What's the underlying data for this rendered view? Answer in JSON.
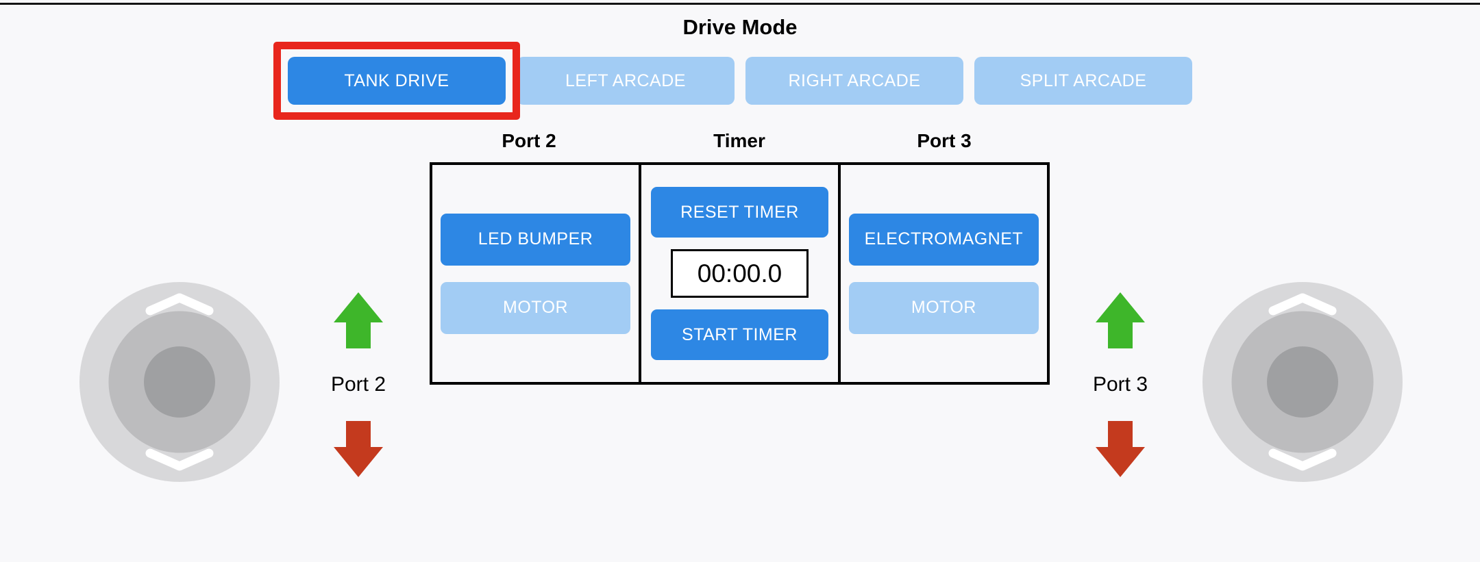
{
  "colors": {
    "background": "#f8f8fa",
    "active_blue": "#2d87e4",
    "inactive_blue": "#a2ccf4",
    "highlight_red": "#e8261c",
    "arrow_green": "#3eb62a",
    "arrow_red": "#c43a1e"
  },
  "drive_mode": {
    "title": "Drive Mode",
    "buttons": [
      {
        "label": "TANK DRIVE",
        "state": "active",
        "highlighted": true
      },
      {
        "label": "LEFT ARCADE",
        "state": "inactive"
      },
      {
        "label": "RIGHT ARCADE",
        "state": "inactive"
      },
      {
        "label": "SPLIT ARCADE",
        "state": "inactive"
      }
    ]
  },
  "panel": {
    "port2": {
      "header": "Port 2",
      "buttons": [
        {
          "label": "LED BUMPER",
          "state": "active"
        },
        {
          "label": "MOTOR",
          "state": "inactive"
        }
      ]
    },
    "timer": {
      "header": "Timer",
      "reset_button": "RESET TIMER",
      "display": "00:00.0",
      "start_button": "START TIMER"
    },
    "port3": {
      "header": "Port 3",
      "buttons": [
        {
          "label": "ELECTROMAGNET",
          "state": "active"
        },
        {
          "label": "MOTOR",
          "state": "inactive"
        }
      ]
    }
  },
  "left_control": {
    "label": "Port 2"
  },
  "right_control": {
    "label": "Port 3"
  }
}
